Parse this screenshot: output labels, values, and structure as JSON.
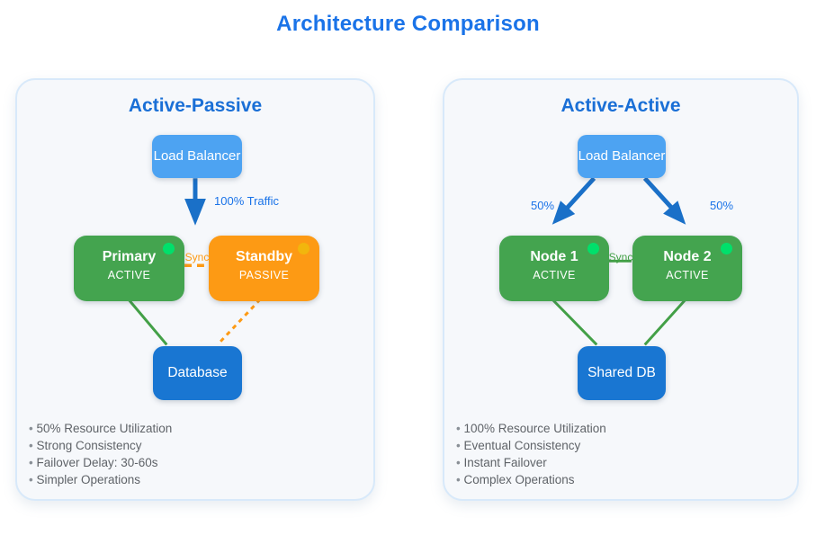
{
  "title": "Architecture Comparison",
  "colors": {
    "title": "#1a73e8",
    "panel_heading": "#1a6fd6",
    "panel_bg": "#f6f8fb",
    "panel_border": "#d8e9fa",
    "load_balancer": "#4da3f2",
    "active_green": "#44a44f",
    "passive_orange": "#fd9a14",
    "database_blue": "#1976d2",
    "arrow_blue": "#1a70c8",
    "line_green": "#43a047",
    "dot_active": "#00e06b",
    "dot_passive": "#f2b60d",
    "note_text": "#5f6368"
  },
  "left_panel": {
    "heading": "Active-Passive",
    "load_balancer": "Load Balancer",
    "traffic_label": "100% Traffic",
    "primary": {
      "name": "Primary",
      "status": "ACTIVE"
    },
    "standby": {
      "name": "Standby",
      "status": "PASSIVE"
    },
    "sync_label": "Sync",
    "database": "Database",
    "notes": [
      "50% Resource Utilization",
      "Strong Consistency",
      "Failover Delay: 30-60s",
      "Simpler Operations"
    ]
  },
  "right_panel": {
    "heading": "Active-Active",
    "load_balancer": "Load Balancer",
    "traffic_left": "50%",
    "traffic_right": "50%",
    "node1": {
      "name": "Node 1",
      "status": "ACTIVE"
    },
    "node2": {
      "name": "Node 2",
      "status": "ACTIVE"
    },
    "sync_label": "Sync",
    "database": "Shared DB",
    "notes": [
      "100% Resource Utilization",
      "Eventual Consistency",
      "Instant Failover",
      "Complex Operations"
    ]
  }
}
